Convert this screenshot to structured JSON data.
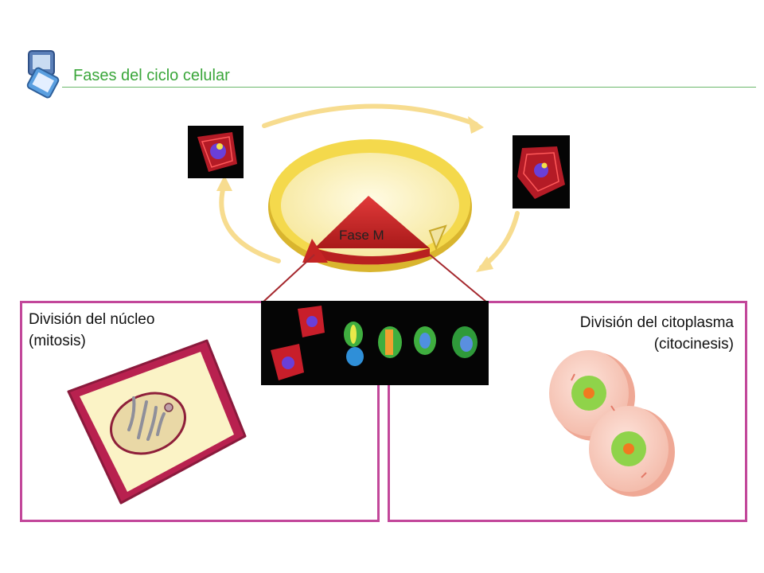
{
  "header": {
    "title": "Fases del ciclo celular",
    "icon": "stacked-squares-icon",
    "accent_color": "#3aa63a"
  },
  "cycle": {
    "phase_label": "Fase M",
    "ring_color": "#f2d64a",
    "wedge_color": "#d42a2a"
  },
  "panels": {
    "left": {
      "line1": "División del núcleo",
      "line2": "(mitosis)"
    },
    "right": {
      "line1": "División del citoplasma",
      "line2": "(citocinesis)"
    },
    "border_color": "#c2479a"
  }
}
